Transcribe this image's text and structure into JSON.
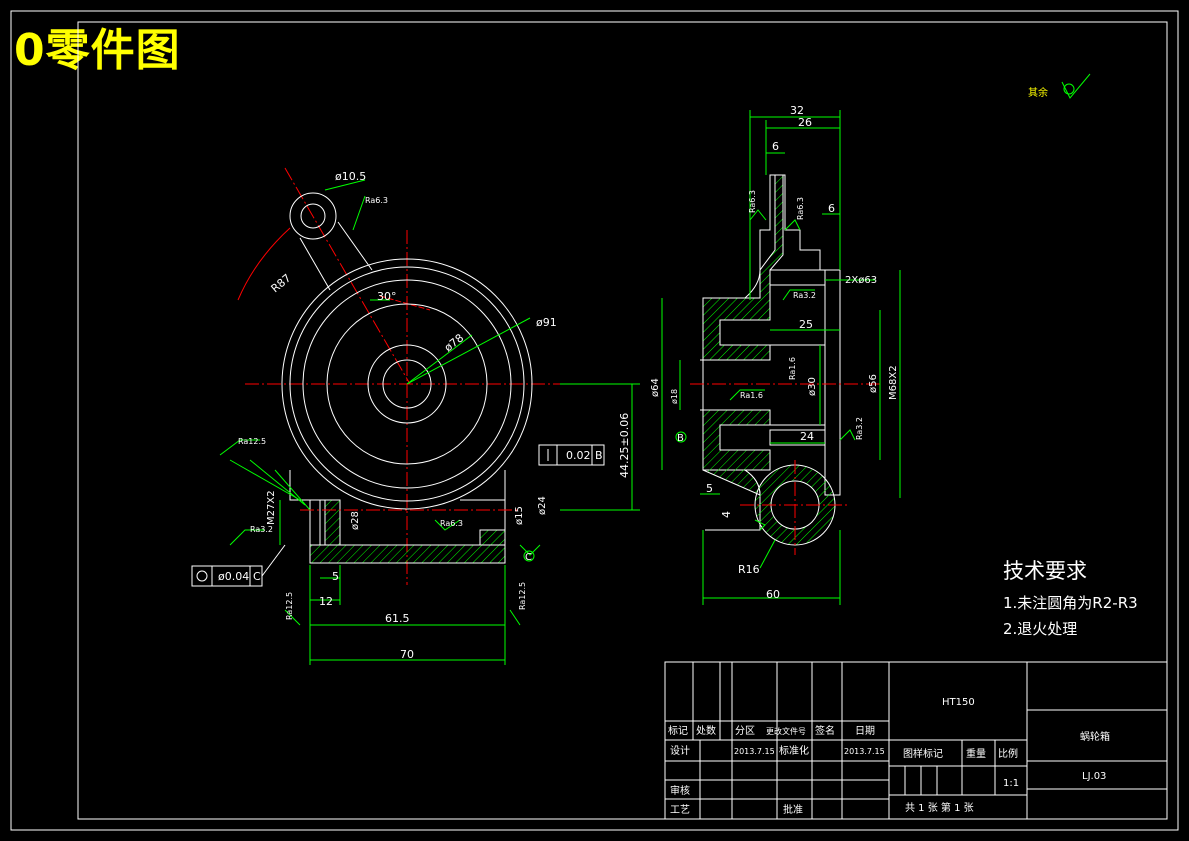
{
  "heading": "0零件图",
  "surface_note": "其余",
  "front_view": {
    "labels": {
      "hole_dia": "ø10.5",
      "hole_ra": "Ra6.3",
      "r_arc": "R87",
      "angle": "30°",
      "d78": "ø78",
      "d91": "ø91",
      "ra_left": "Ra12.5",
      "m27": "M27X2",
      "d28": "ø28",
      "ra_mid": "Ra6.3",
      "ra32": "Ra3.2",
      "d15": "ø15",
      "d24": "ø24",
      "dim44": "44.25±0.06",
      "dim5": "5",
      "dim12": "12",
      "dim61": "61.5",
      "dim70": "70",
      "ra_b1": "Ra12.5",
      "ra_b2": "Ra12.5",
      "c_mark": "C"
    },
    "tol_frame_right": {
      "tol": "0.02",
      "datum": "B"
    },
    "tol_frame_left": {
      "tol": "ø0.04",
      "datum": "C"
    }
  },
  "side_view": {
    "labels": {
      "dim32": "32",
      "dim26": "26",
      "dim6a": "6",
      "dim6b": "6",
      "ra_top1": "Ra6.3",
      "ra_top2": "Ra6.3",
      "d63": "2Xø63",
      "ra_mid": "Ra3.2",
      "dim25": "25",
      "ra16": "Ra1.6",
      "d30": "ø30",
      "d56": "ø56",
      "m68": "M68X2",
      "d64": "ø64",
      "d18": "ø18",
      "ra16b": "Ra1.6",
      "ra_r": "Ra3.2",
      "dim24": "24",
      "dim5": "5",
      "dim4": "4",
      "r16": "R16",
      "dim60": "60",
      "b_mark": "B"
    }
  },
  "requirements": {
    "title": "技术要求",
    "items": [
      "1.未注圆角为R2-R3",
      "2.退火处理"
    ]
  },
  "title_block": {
    "material": "HT150",
    "part_name": "蜗轮箱",
    "drawing_no": "LJ.03",
    "scale": "1:1",
    "headers": [
      "标记",
      "处数",
      "分区",
      "更改文件号",
      "签名",
      "日期"
    ],
    "design_label": "设计",
    "design_date": "2013.7.15",
    "standard_label": "标准化",
    "standard_date": "2013.7.15",
    "check_label": "审核",
    "process_label": "工艺",
    "approve_label": "批准",
    "stage_label": "图样标记",
    "weight_label": "重量",
    "scale_label": "比例",
    "sheets": "共  1  张    第  1  张"
  },
  "colors": {
    "line": "#ffffff",
    "dimension": "#00ff00",
    "center": "#ff0000",
    "hatch": "#00ff00",
    "heading": "#ffff00"
  }
}
